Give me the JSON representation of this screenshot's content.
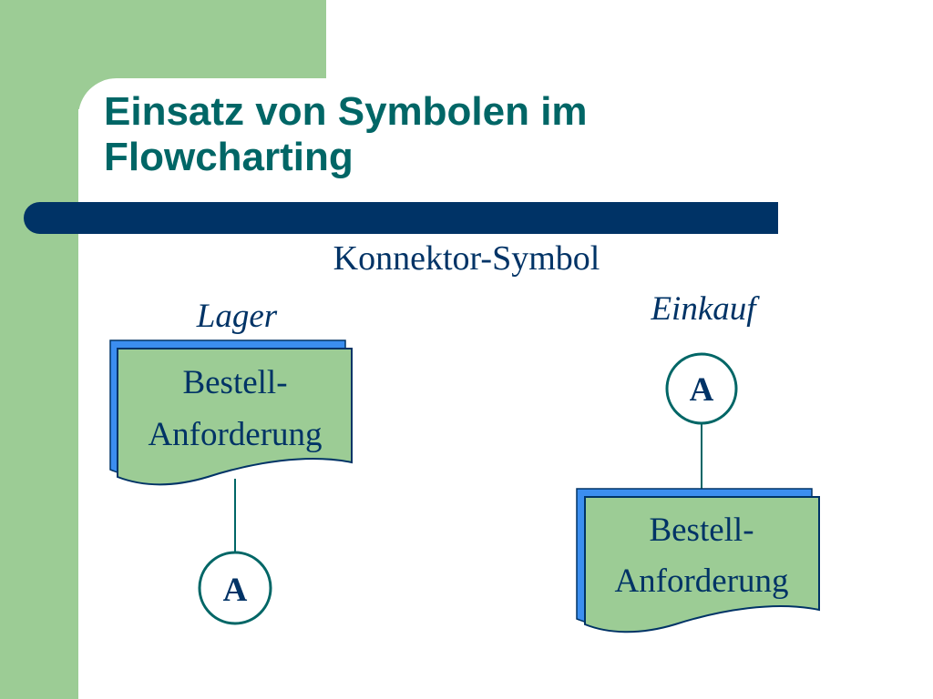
{
  "slide": {
    "title_line1": "Einsatz von Symbolen im",
    "title_line2": "Flowcharting",
    "subtitle": "Konnektor-Symbol"
  },
  "diagram": {
    "left": {
      "label": "Lager",
      "document_line1": "Bestell-",
      "document_line2": "Anforderung",
      "connector": "A"
    },
    "right": {
      "label": "Einkauf",
      "connector": "A",
      "document_line1": "Bestell-",
      "document_line2": "Anforderung"
    }
  },
  "colors": {
    "green_band": "#9ccc95",
    "title_color": "#006666",
    "bar_color": "#003366",
    "shadow_blue": "#3b8ef0",
    "doc_fill": "#9ccc95"
  }
}
